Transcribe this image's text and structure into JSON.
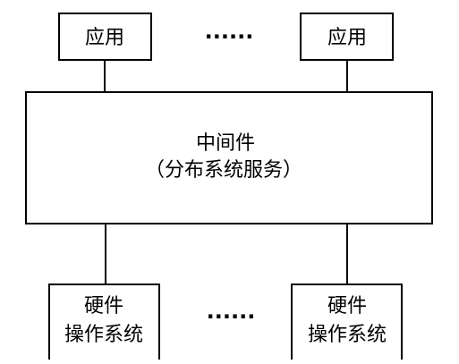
{
  "diagram": {
    "top_nodes": [
      {
        "label": "应用"
      },
      {
        "label": "应用"
      }
    ],
    "top_ellipsis": "······",
    "middleware": {
      "title": "中间件",
      "subtitle": "（分布系统服务）"
    },
    "bottom_nodes": [
      {
        "line1": "硬件",
        "line2": "操作系统"
      },
      {
        "line1": "硬件",
        "line2": "操作系统"
      }
    ],
    "bottom_ellipsis": "······"
  }
}
